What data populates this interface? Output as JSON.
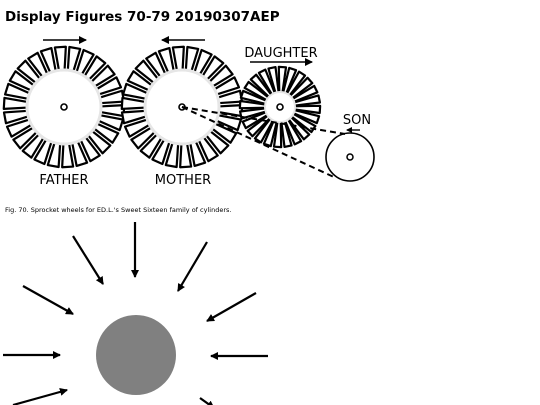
{
  "title": "Display Figures 70-79 20190307AEP",
  "figure70": {
    "caption": "Fig. 70. Sprocket wheels for ED.L.'s Sweet Sixteen family of cylinders.",
    "labels": {
      "father": "FATHER",
      "mother": "MOTHER",
      "daughter": "DAUGHTER",
      "son": "SON"
    },
    "colors": {
      "stroke": "#000000",
      "background": "#ffffff",
      "hub_ring": "#e6e6e6"
    }
  },
  "figure71": {
    "colors": {
      "disk": "#808080",
      "arrows": "#000000"
    }
  }
}
